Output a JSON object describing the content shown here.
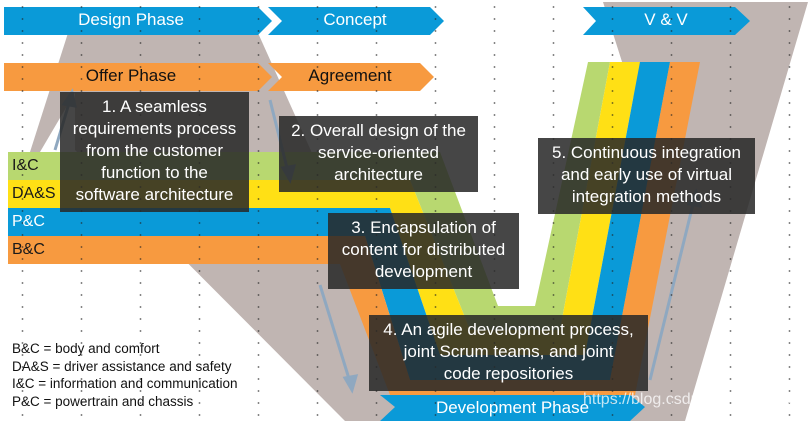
{
  "colors": {
    "blue": "#0A9AD8",
    "orange": "#F79A40",
    "green": "#B8D870",
    "yellow": "#FFE015",
    "gray": "#C0B5B2",
    "callout_bg": "#2E2E2E",
    "arrow": "#8FA8C0"
  },
  "phases": {
    "design": "Design Phase",
    "concept": "Concept",
    "vv": "V & V",
    "offer": "Offer Phase",
    "agreement": "Agreement",
    "development": "Development Phase"
  },
  "lanes": [
    {
      "label": "I&C",
      "color_key": "green"
    },
    {
      "label": "DA&S",
      "color_key": "yellow"
    },
    {
      "label": "P&C",
      "color_key": "blue"
    },
    {
      "label": "B&C",
      "color_key": "orange"
    }
  ],
  "callouts": [
    {
      "lines": [
        "1. A seamless",
        "requirements process",
        "from the customer",
        "function to the",
        "software architecture"
      ]
    },
    {
      "lines": [
        "2. Overall design of the",
        "service-oriented",
        "architecture"
      ]
    },
    {
      "lines": [
        "3. Encapsulation of",
        "content for distributed",
        "development"
      ]
    },
    {
      "lines": [
        "4. An agile development process,",
        "joint Scrum teams, and joint",
        "code repositories"
      ]
    },
    {
      "lines": [
        "5. Continuous integration",
        "and early use of virtual",
        "integration methods"
      ]
    }
  ],
  "legend": [
    "B&C = body and comfort",
    "DA&S = driver assistance and safety",
    "I&C = information and communication",
    "P&C = powertrain and chassis"
  ],
  "watermark": "https://blog.csdn.net/coroutines"
}
